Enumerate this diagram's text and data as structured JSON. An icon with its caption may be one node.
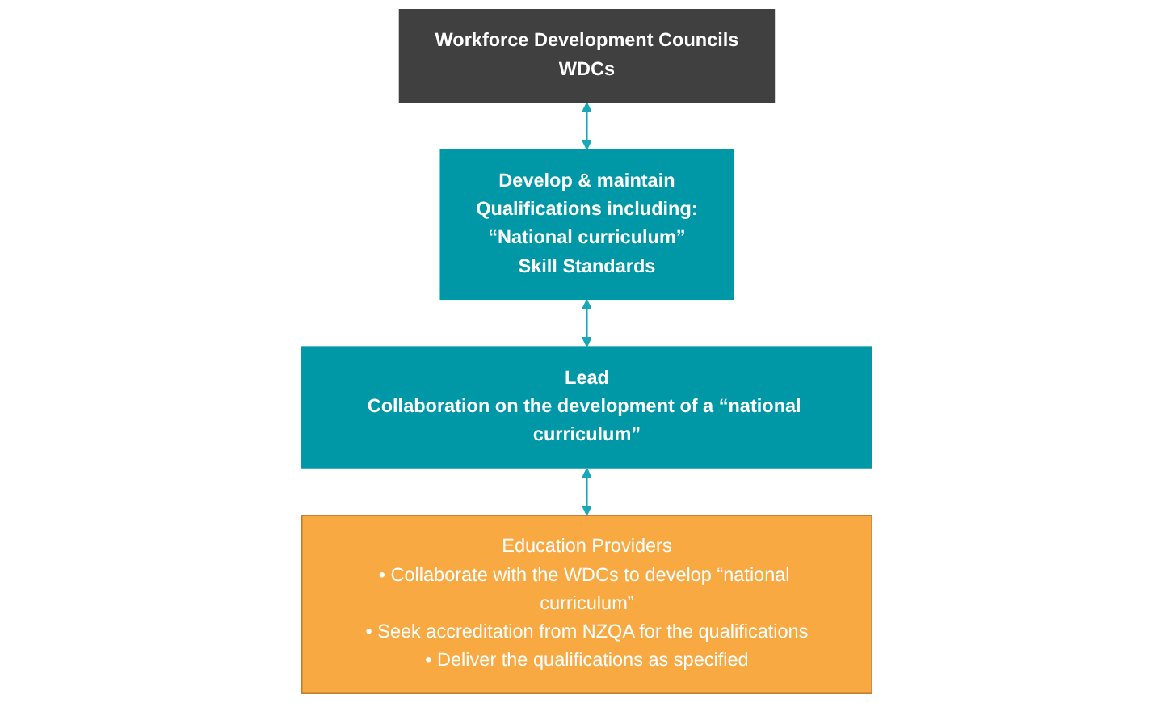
{
  "diagram": {
    "nodes": [
      {
        "text": [
          "Workforce Development Councils",
          "WDCs"
        ]
      },
      {
        "text": [
          "Develop & maintain",
          "Qualifications including:",
          "“National curriculum”",
          "Skill Standards"
        ]
      },
      {
        "text": [
          "Lead",
          "Collaboration on the development of a “national curriculum”"
        ]
      },
      {
        "text": [
          "Education Providers",
          "• Collaborate with the WDCs to develop “national curriculum”",
          "• Seek accreditation from NZQA for the qualifications",
          "• Deliver the qualifications as specified"
        ]
      }
    ],
    "edges": [
      {
        "from": 0,
        "to": 1,
        "arrow": "both"
      },
      {
        "from": 1,
        "to": 2,
        "arrow": "both"
      },
      {
        "from": 2,
        "to": 3,
        "arrow": "both"
      }
    ]
  }
}
